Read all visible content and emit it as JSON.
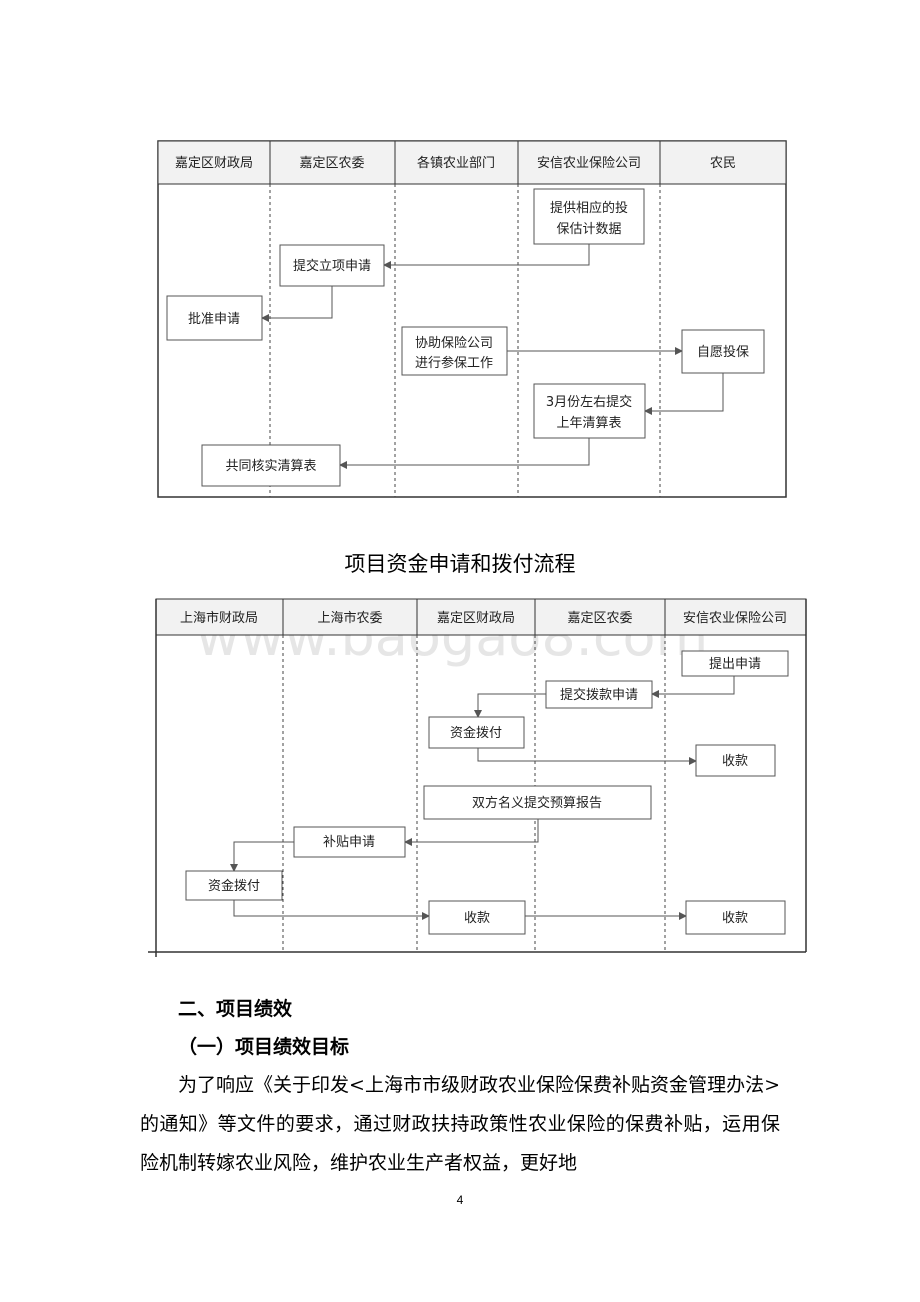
{
  "flow1": {
    "columns": [
      "嘉定区财政局",
      "嘉定区农委",
      "各镇农业部门",
      "安信农业保险公司",
      "农民"
    ],
    "boxes": {
      "provide_data": [
        "提供相应的投",
        "保估计数据"
      ],
      "submit_project": "提交立项申请",
      "approve": "批准申请",
      "assist": [
        "协助保险公司",
        "进行参保工作"
      ],
      "voluntary": "自愿投保",
      "march_submit": [
        "3月份左右提交",
        "上年清算表"
      ],
      "verify": "共同核实清算表"
    }
  },
  "caption": "项目资金申请和拨付流程",
  "watermark": "www.baogao8.com",
  "flow2": {
    "columns": [
      "上海市财政局",
      "上海市农委",
      "嘉定区财政局",
      "嘉定区农委",
      "安信农业保险公司"
    ],
    "boxes": {
      "propose": "提出申请",
      "submit_allocation": "提交拨款申请",
      "fund_alloc_1": "资金拨付",
      "receive_1": "收款",
      "budget_report": "双方名义提交预算报告",
      "subsidy_apply": "补贴申请",
      "fund_alloc_2": "资金拨付",
      "receive_2": "收款",
      "receive_3": "收款"
    }
  },
  "section": {
    "heading": "二、项目绩效",
    "subheading": "（一）项目绩效目标",
    "paragraph": "为了响应《关于印发<上海市市级财政农业保险保费补贴资金管理办法>的通知》等文件的要求，通过财政扶持政策性农业保险的保费补贴，运用保险机制转嫁农业风险，维护农业生产者权益，更好地"
  },
  "page_number": "4"
}
